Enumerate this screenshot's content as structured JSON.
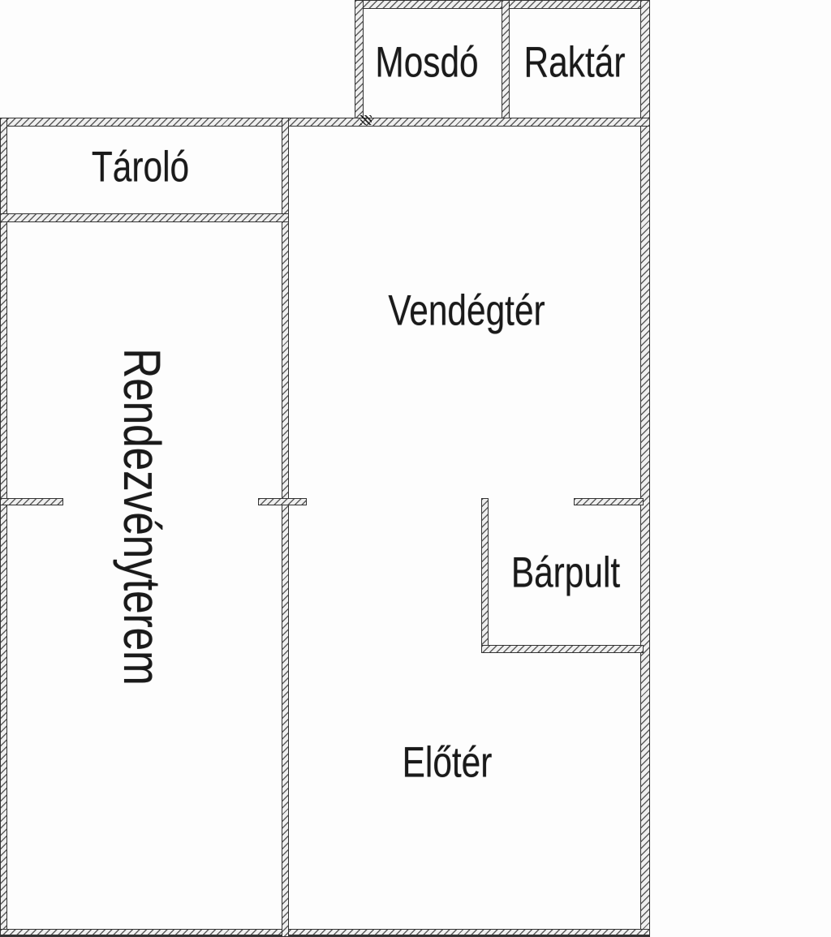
{
  "diagram_type": "floor-plan",
  "colors": {
    "background": "#ffffff",
    "wall_fill": "#efefef",
    "wall_edge": "#333333",
    "wall_hatch": "#373737",
    "text": "#1a1a1a"
  },
  "rooms": {
    "mosdo": {
      "label": "Mosdó"
    },
    "raktar": {
      "label": "Raktár"
    },
    "tarolo": {
      "label": "Tároló"
    },
    "vendegter": {
      "label": "Vendégtér"
    },
    "rendezvenyterem": {
      "label": "Rendezvényterem"
    },
    "barpult": {
      "label": "Bárpult"
    },
    "eloter": {
      "label": "Előtér"
    }
  }
}
